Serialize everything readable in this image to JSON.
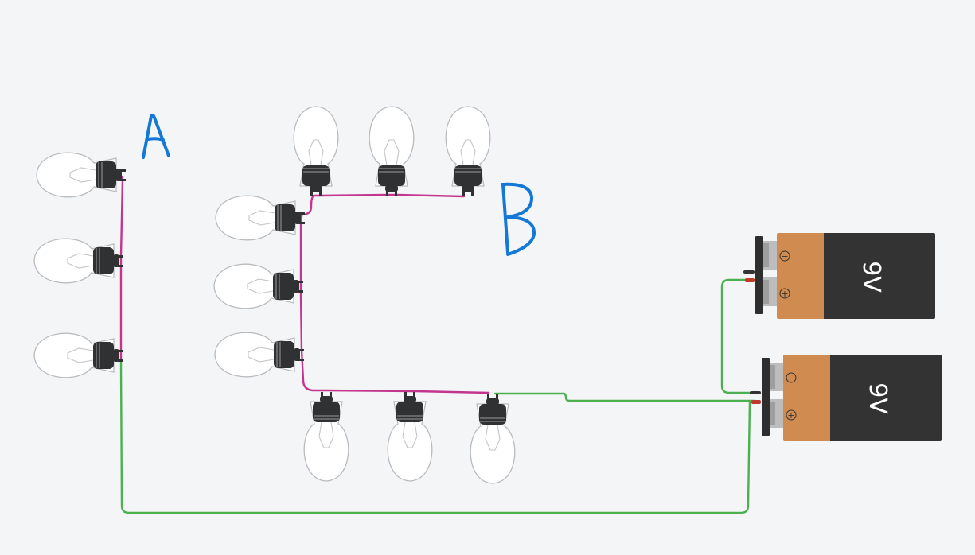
{
  "labels": {
    "group_a": "A",
    "group_b": "B"
  },
  "batteries": [
    {
      "voltage_label": "9V",
      "positive_symbol": "+",
      "negative_symbol": "−"
    },
    {
      "voltage_label": "9V",
      "positive_symbol": "+",
      "negative_symbol": "−"
    }
  ],
  "colors": {
    "background": "#f4f5f7",
    "series_wire": "#c2368f",
    "return_wire": "#4caf50",
    "battery_body": "#d08b50",
    "battery_cap": "#333333",
    "bulb_base": "#303132",
    "handwriting": "#1479d6"
  },
  "icons": {
    "bulb": "light-bulb-icon",
    "battery": "battery-9v-icon",
    "handwritten_letter": "handwritten-letter-icon"
  }
}
